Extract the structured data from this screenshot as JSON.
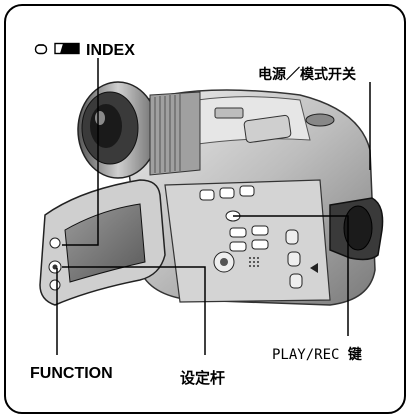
{
  "labels": {
    "index": "INDEX",
    "power_mode_switch": "电源／模式开关",
    "function": "FUNCTION",
    "set_lever": "设定杆",
    "play_rec": "PLAY/REC",
    "play_rec_suffix": "键"
  },
  "icons": {
    "index_prefix": [
      "camera-outline-icon",
      "memory-card-icon"
    ]
  },
  "colors": {
    "body_light": "#d9d9d9",
    "body_mid": "#a8a8a8",
    "body_dark": "#4a4a4a",
    "leader": "#000000"
  }
}
